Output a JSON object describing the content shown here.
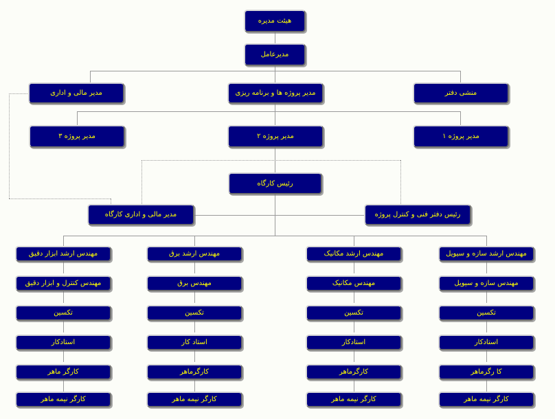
{
  "meta": {
    "title": "چارت سازمانی پروژه",
    "colors": {
      "background": "#fcfdf8",
      "node_fill": "#000080",
      "node_text": "#ffff00",
      "line": "#9a9a9a",
      "border_light": "#d6d6d6",
      "border_dark": "#6e6e6e"
    }
  },
  "nodes": {
    "board": "هیئت مدیره",
    "ceo": "مدیرعامل",
    "finance_admin_manager": "مدیر مالی و اداری",
    "projects_planning_manager": "مدیر پروژه ها و برنامه ریزی",
    "office_secretary": "منشی دفتر",
    "project_manager_3": "مدیر پروژه ۳",
    "project_manager_2": "مدیر پروژه ۲",
    "project_manager_1": "مدیر پروژه ۱",
    "site_chief": "رئیس کارگاه",
    "site_finance_admin_manager": "مدیر مالی و اداری کارگاه",
    "technical_office_chief": "رئیس دفتر فنی و کنترل پروژه"
  },
  "columns": [
    {
      "key": "instrumentation",
      "items": [
        "مهندس ارشد ابزار دقیق",
        "مهندس کنترل و ابزار دقیق",
        "تکسین",
        "استادکار",
        "کارگر ماهر",
        "کارگر نیمه ماهر"
      ]
    },
    {
      "key": "electrical",
      "items": [
        "مهندس ارشد برق",
        "مهندس برق",
        "تکسین",
        "استاد کار",
        "کارگرماهر",
        "کارگر نیمه ماهر"
      ]
    },
    {
      "key": "mechanical",
      "items": [
        "مهندس ارشد مکانیک",
        "مهندس مکانیک",
        "تکسین",
        "استادکار",
        "کارگرماهر",
        "کارگر نیمه ماهر"
      ]
    },
    {
      "key": "structural_civil",
      "items": [
        "مهندس ارشد سازه و سیویل",
        "مهندس سازه و سیویل",
        "تکسین",
        "استادکار",
        "کا رگرماهر",
        "کارگر نیمه ماهر"
      ]
    }
  ]
}
